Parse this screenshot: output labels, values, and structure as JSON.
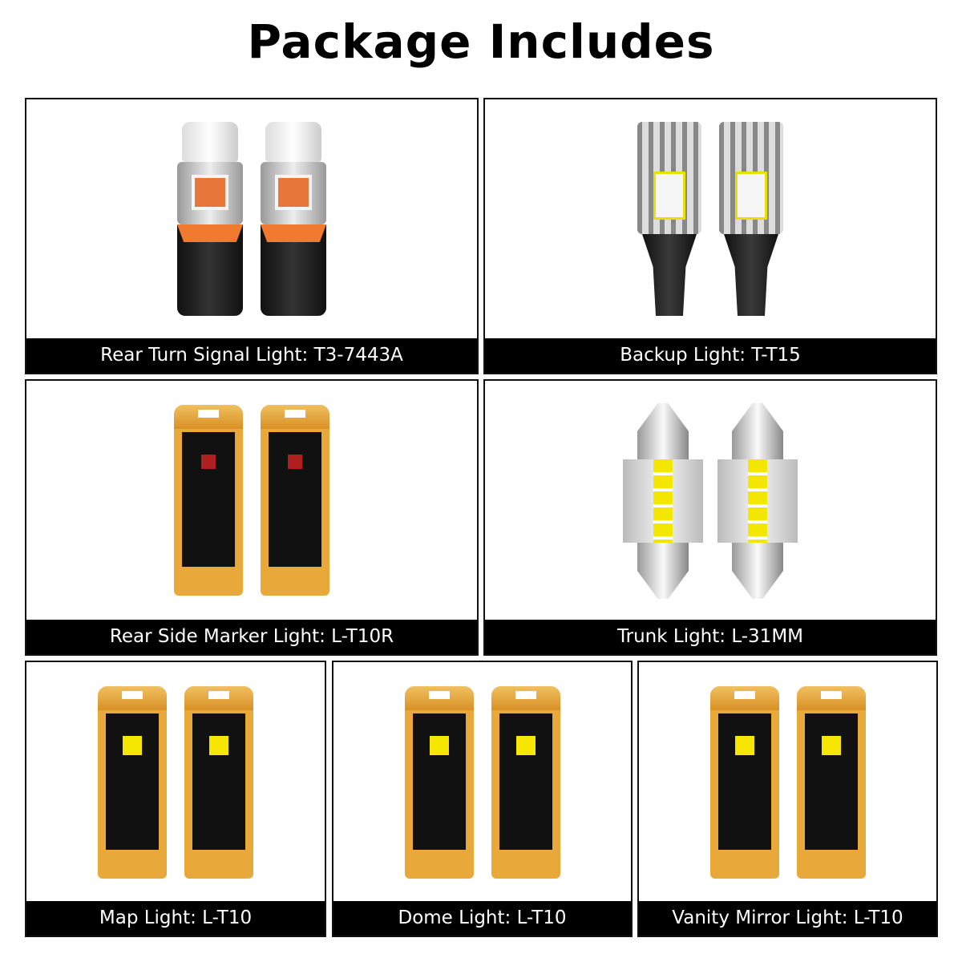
{
  "title": "Package Includes",
  "items": [
    {
      "caption": "Rear Turn Signal Light: T3-7443A",
      "bulb": "t20-amber"
    },
    {
      "caption": "Backup Light: T-T15",
      "bulb": "t15-white"
    },
    {
      "caption": "Rear Side Marker Light: L-T10R",
      "bulb": "t10-red"
    },
    {
      "caption": "Trunk Light: L-31MM",
      "bulb": "festoon-31mm"
    },
    {
      "caption": "Map Light: L-T10",
      "bulb": "t10-white"
    },
    {
      "caption": "Dome Light: L-T10",
      "bulb": "t10-white"
    },
    {
      "caption": "Vanity Mirror Light: L-T10",
      "bulb": "t10-white"
    }
  ],
  "colors": {
    "caption_bg": "#000000",
    "border": "#111111",
    "amber": "#e7763a",
    "pcb_gold": "#e8a83a"
  }
}
